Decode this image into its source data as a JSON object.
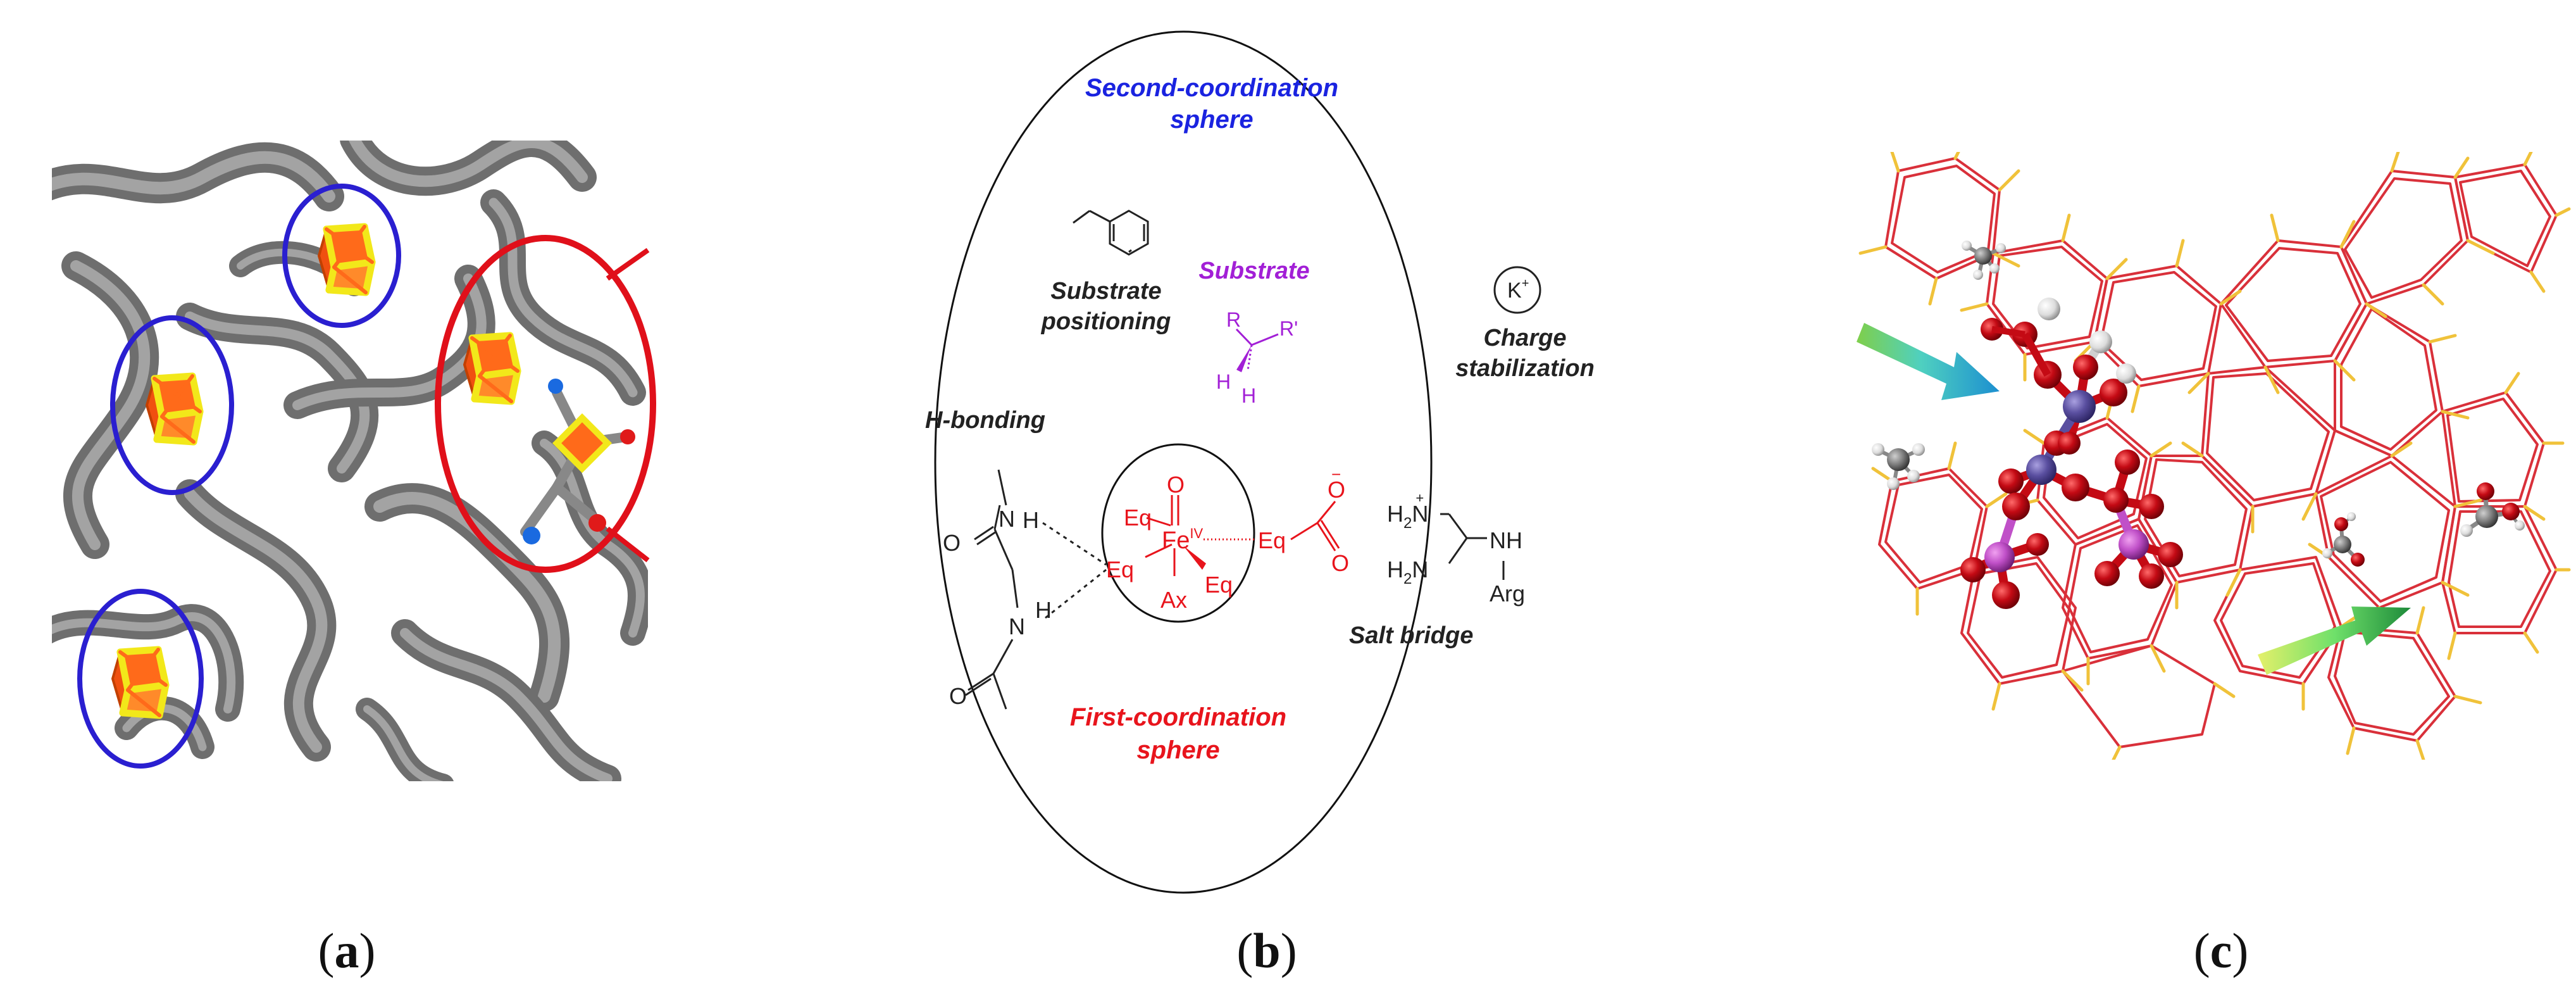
{
  "panels": {
    "a": {
      "caption_letter": "a"
    },
    "b": {
      "caption_letter": "b",
      "second_sphere": [
        "Second-coordination",
        "sphere"
      ],
      "substrate_label": "Substrate",
      "substrate_r": "R",
      "substrate_rp": "R'",
      "substrate_h1": "H",
      "substrate_h2": "H",
      "positioning": [
        "Substrate",
        "positioning"
      ],
      "potassium": "K",
      "potassium_charge": "+",
      "charge_stab": [
        "Charge",
        "stabilization"
      ],
      "h_bonding": "H-bonding",
      "amide_o1": "O",
      "amide_n1": "N",
      "amide_h1": "H",
      "amide_n2": "N",
      "amide_h2": "H",
      "amide_o2": "O",
      "oxo": "O",
      "fe": "Fe",
      "fe_ox": "IV",
      "eq_top": "Eq",
      "eq_left": "Eq",
      "eq_right": "Eq",
      "eq_bottom": "Eq",
      "ax": "Ax",
      "carbox_o1": "O",
      "carbox_minus": "−",
      "carbox_o2": "O",
      "arg_h2n_top": "H",
      "arg_h2n_top_sub": "2",
      "arg_n_top": "N",
      "arg_plus": "+",
      "arg_nh": "NH",
      "arg_h2n_bot": "H",
      "arg_h2n_bot_sub": "2",
      "arg_n_bot": "N",
      "arg": "Arg",
      "salt_bridge": "Salt bridge",
      "first_sphere": [
        "First-coordination",
        "sphere"
      ]
    },
    "c": {
      "caption_letter": "c"
    }
  },
  "colors": {
    "protein_ribbon": "#7d7d7d",
    "cluster_circle": "#2a1fd0",
    "active_site_circle": "#e0101a",
    "iron": "#ff6a1a",
    "sulfur": "#f2e81a",
    "second_sphere_text": "#1a23e0",
    "first_sphere_text": "#e8141c",
    "substrate_text": "#a21fd6",
    "zeolite_o": "#d9303a",
    "zeolite_si": "#f0c23a",
    "oxygen_atom": "#c40a14",
    "metal_atom": "#5a4fa0",
    "p_atom": "#c050c8"
  }
}
